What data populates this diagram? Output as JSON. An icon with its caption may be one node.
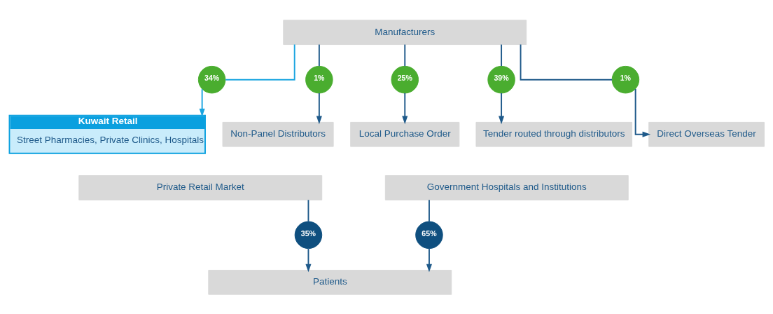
{
  "diagram": {
    "nodes": [
      {
        "text": [
          "Manufacturers"
        ]
      },
      {
        "text": [
          "34%"
        ]
      },
      {
        "text": [
          "1%"
        ]
      },
      {
        "text": [
          "25%"
        ]
      },
      {
        "text": [
          "39%"
        ]
      },
      {
        "text": [
          "1%"
        ]
      },
      {
        "text": [
          "Kuwait Retail",
          "Street Pharmacies, Private Clinics, Hospitals"
        ]
      },
      {
        "text": [
          "Non-Panel Distributors"
        ]
      },
      {
        "text": [
          "Local Purchase Order"
        ]
      },
      {
        "text": [
          "Tender routed through distributors"
        ]
      },
      {
        "text": [
          "Direct Overseas Tender"
        ]
      },
      {
        "text": [
          "Private Retail Market"
        ]
      },
      {
        "text": [
          "Government Hospitals and Institutions"
        ]
      },
      {
        "text": [
          "35%"
        ]
      },
      {
        "text": [
          "65%"
        ]
      },
      {
        "text": [
          "Patients"
        ]
      }
    ],
    "edges": [
      {
        "from": 0,
        "to": 1,
        "arrow": "none",
        "color": "#1ba5e0"
      },
      {
        "from": 0,
        "to": 2,
        "arrow": "none"
      },
      {
        "from": 0,
        "to": 3,
        "arrow": "none"
      },
      {
        "from": 0,
        "to": 4,
        "arrow": "none"
      },
      {
        "from": 0,
        "to": 5,
        "arrow": "none"
      },
      {
        "from": 1,
        "to": 6,
        "arrow": "to",
        "color": "#1ba5e0"
      },
      {
        "from": 2,
        "to": 7,
        "arrow": "to"
      },
      {
        "from": 3,
        "to": 8,
        "arrow": "to"
      },
      {
        "from": 4,
        "to": 9,
        "arrow": "to"
      },
      {
        "from": 5,
        "to": 10,
        "arrow": "to"
      },
      {
        "from": 11,
        "to": 13,
        "arrow": "none"
      },
      {
        "from": 12,
        "to": 14,
        "arrow": "none"
      },
      {
        "from": 13,
        "to": 15,
        "arrow": "to"
      },
      {
        "from": 14,
        "to": 15,
        "arrow": "to"
      }
    ]
  }
}
